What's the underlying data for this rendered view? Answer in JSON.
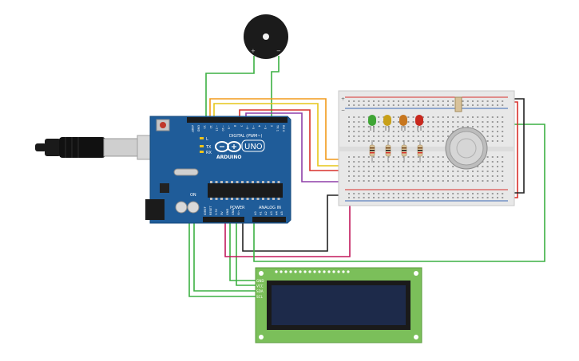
{
  "arduino": {
    "brand": "ARDUINO",
    "model": "UNO",
    "digital_header": "DIGITAL (PWM~)",
    "power_header": "POWER",
    "analog_header": "ANALOG IN",
    "tx_label": "TX",
    "rx_label": "RX",
    "l_label": "L",
    "on_label": "ON",
    "digital_pins": [
      "AREF",
      "GND",
      "13",
      "12",
      "~11",
      "~10",
      "~9",
      "8",
      "7",
      "~6",
      "~5",
      "4",
      "~3",
      "2",
      "TX 1",
      "RX 0"
    ],
    "power_pins": [
      "IOREF",
      "RESET",
      "3.3V",
      "5V",
      "GND",
      "GND",
      "Vin"
    ],
    "analog_pins": [
      "A0",
      "A1",
      "A2",
      "A3",
      "A4",
      "A5"
    ]
  },
  "lcd": {
    "pins": [
      "GND",
      "VCC",
      "SDA",
      "SCL"
    ]
  },
  "buzzer": {
    "plus": "+",
    "minus": "−"
  },
  "breadboard": {
    "rail_plus": "+",
    "rail_minus": "−"
  },
  "colors": {
    "board": "#1f5c99",
    "lcd_pcb": "#7bbf5a",
    "lcd_screen": "#1d2a4a",
    "breadboard": "#e8e8e8",
    "led_green": "#3fa535",
    "led_yellow": "#c8a018",
    "led_orange": "#c7761e",
    "led_red": "#c8281e",
    "wire_green": "#3cb043",
    "wire_orange": "#f29a1b",
    "wire_red": "#d9302b",
    "wire_purple": "#8e3fa8",
    "wire_magenta": "#c2185b",
    "wire_black": "#222222",
    "wire_yellow": "#e6c619"
  },
  "icons": [
    "usb-cable-icon",
    "arduino-infinity-logo-icon",
    "gas-sensor-icon",
    "piezo-buzzer-icon"
  ]
}
